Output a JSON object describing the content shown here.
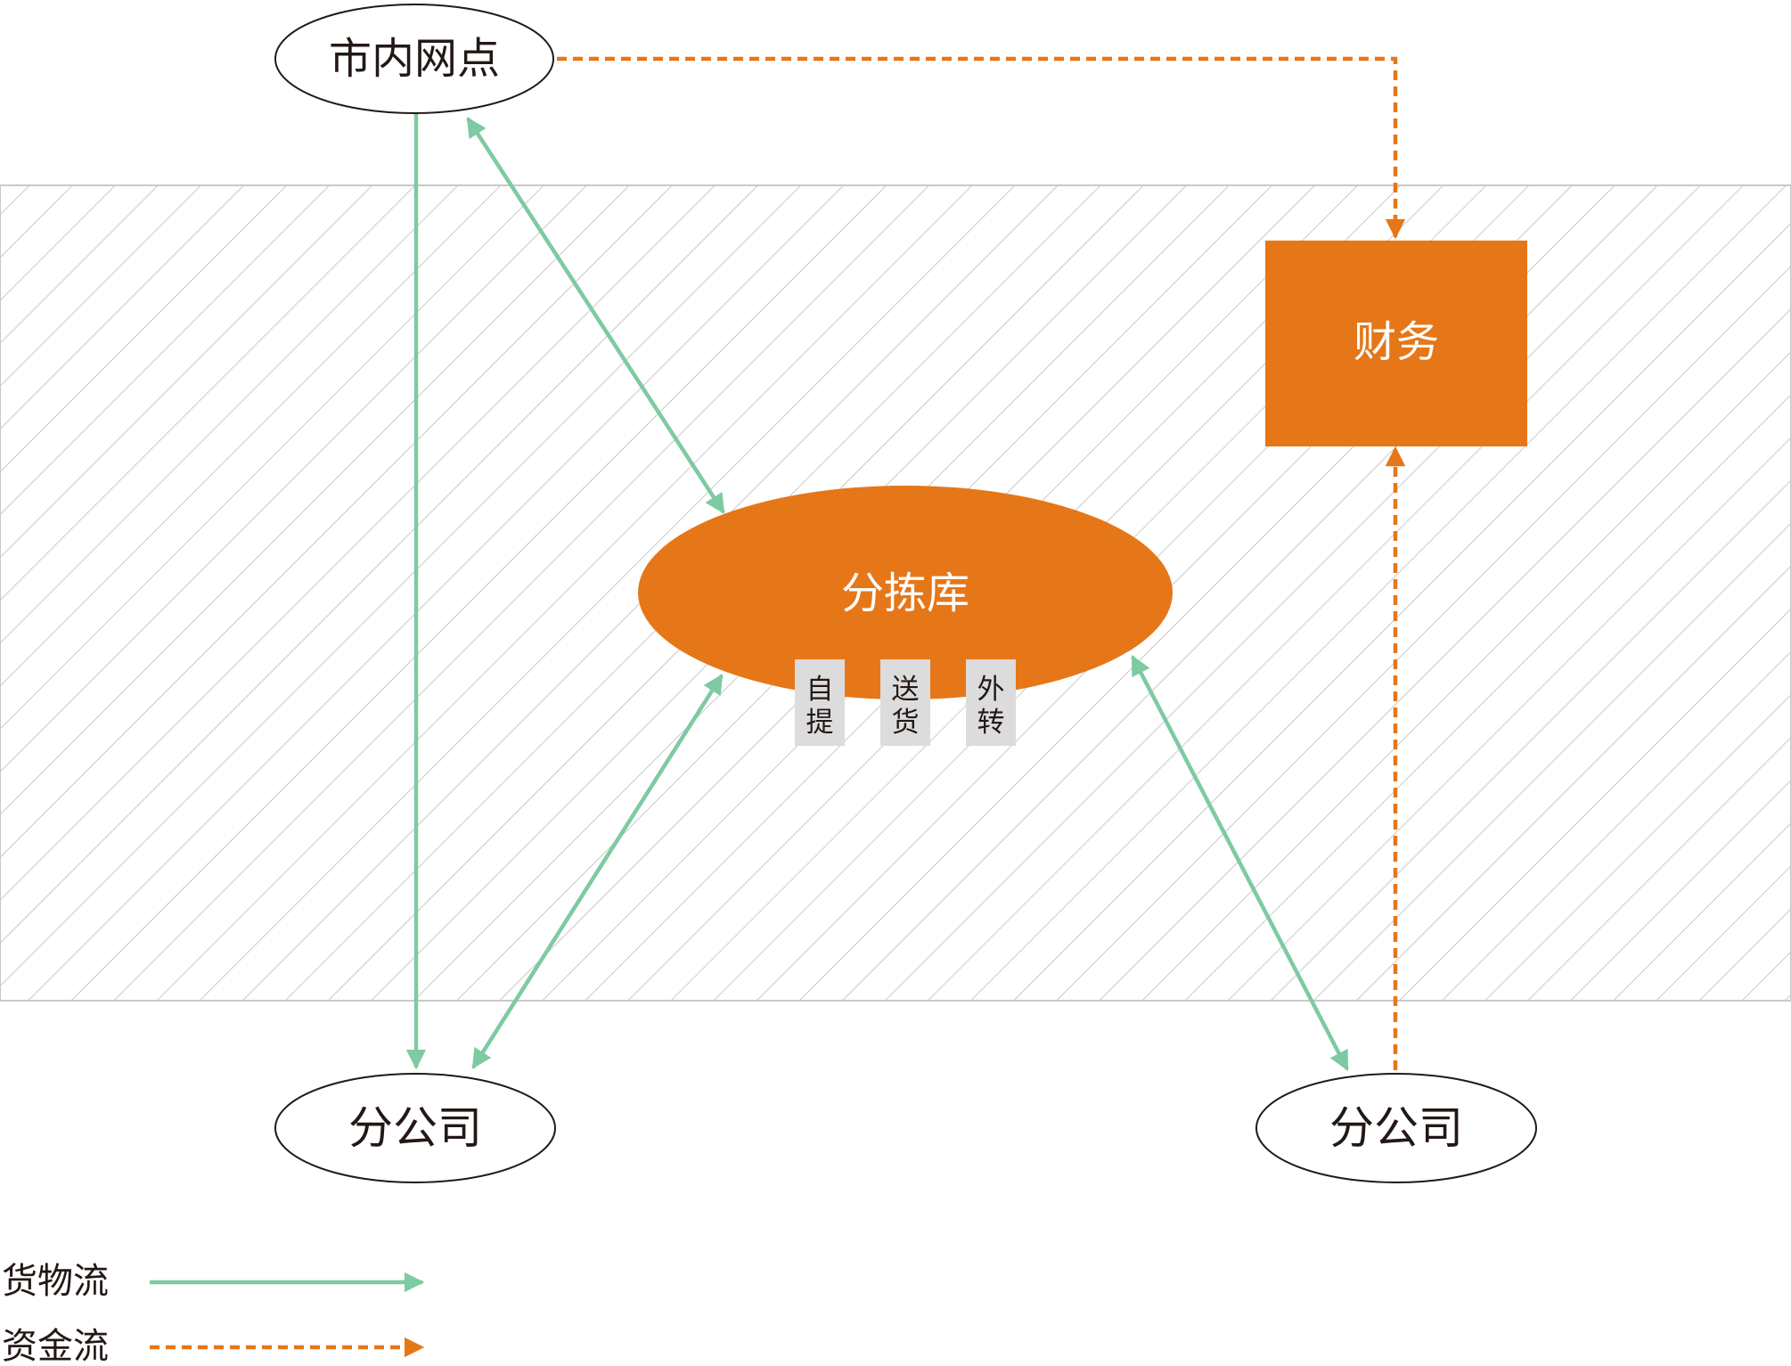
{
  "colors": {
    "orange": "#E57719",
    "green": "#7ECAA2",
    "stroke": "#231815",
    "hatch": "#C9C9C9",
    "label_box": "#DCDCDC",
    "white": "#FFFFFF"
  },
  "nodes": {
    "city_outlet": "市内网点",
    "finance": "财务",
    "sorting_warehouse": "分拣库",
    "branch_left": "分公司",
    "branch_right": "分公司"
  },
  "warehouse_modes": [
    {
      "line1": "自",
      "line2": "提"
    },
    {
      "line1": "送",
      "line2": "货"
    },
    {
      "line1": "外",
      "line2": "转"
    }
  ],
  "legend": {
    "goods_flow": "货物流",
    "money_flow": "资金流"
  }
}
